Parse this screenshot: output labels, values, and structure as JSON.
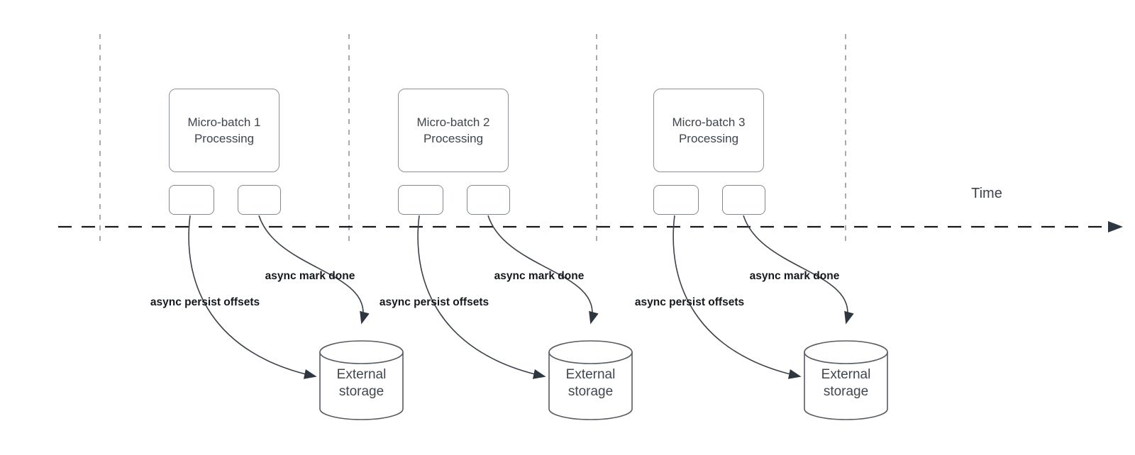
{
  "diagram": {
    "time_axis": {
      "label": "Time"
    },
    "groups": [
      {
        "title": "Micro-batch 1\nProcessing",
        "persist_label": "async persist offsets",
        "done_label": "async mark done",
        "storage_label": "External\nstorage"
      },
      {
        "title": "Micro-batch 2\nProcessing",
        "persist_label": "async persist offsets",
        "done_label": "async mark done",
        "storage_label": "External\nstorage"
      },
      {
        "title": "Micro-batch 3\nProcessing",
        "persist_label": "async persist offsets",
        "done_label": "async mark done",
        "storage_label": "External\nstorage"
      }
    ],
    "colors": {
      "timeline": "#17191e",
      "gridline": "#a8aab0",
      "connector": "#3b424b",
      "arrowhead": "#2e3640",
      "shape_border": "#8b9197",
      "box_text": "#3e454d",
      "label_text": "#15181d"
    }
  }
}
